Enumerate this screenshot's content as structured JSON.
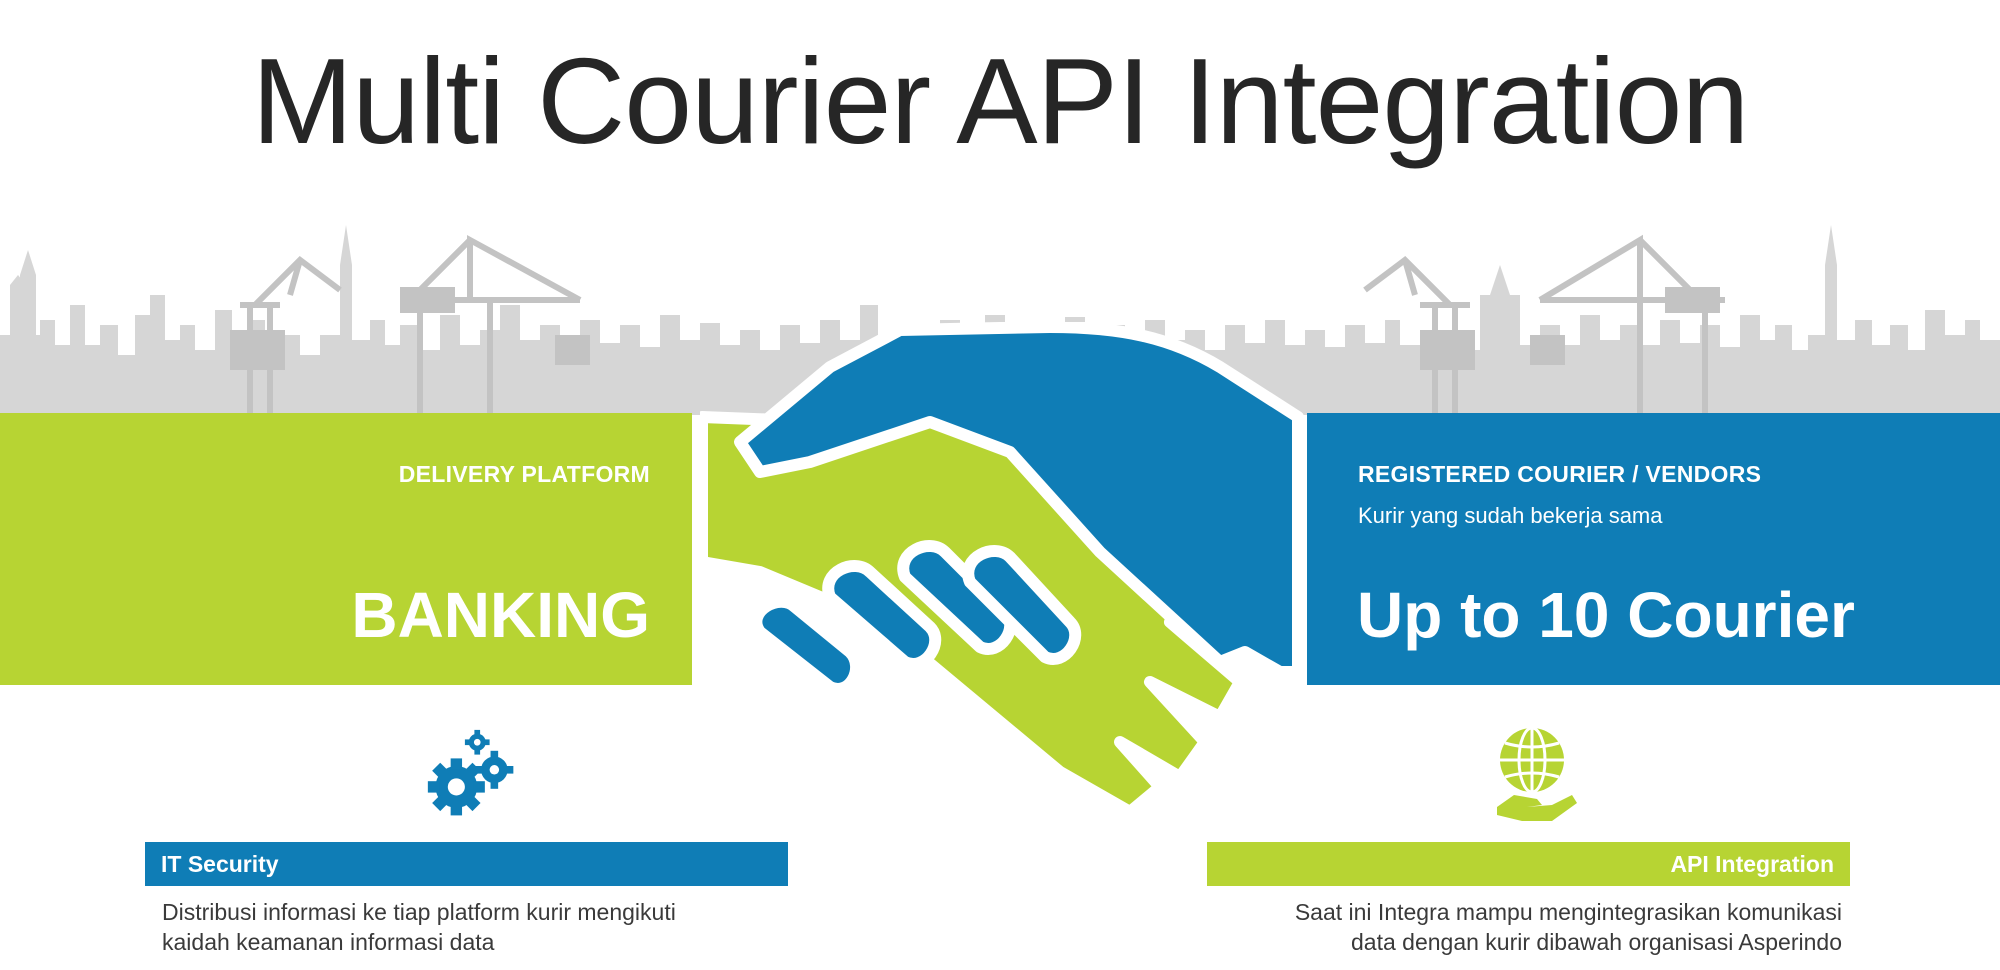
{
  "title": "Multi Courier API Integration",
  "colors": {
    "green": "#b7d433",
    "blue": "#0f7db6",
    "skyline": "#d6d6d6",
    "text": "#262626"
  },
  "left_panel": {
    "label": "DELIVERY PLATFORM",
    "value": "BANKING"
  },
  "right_panel": {
    "label": "REGISTERED COURIER / VENDORS",
    "subtitle": "Kurir yang sudah bekerja sama",
    "value": "Up to 10 Courier"
  },
  "features": [
    {
      "icon": "gears-icon",
      "title": "IT Security",
      "description": [
        "Distribusi informasi ke tiap platform kurir mengikuti",
        "kaidah keamanan informasi data"
      ]
    },
    {
      "icon": "globe-hand-icon",
      "title": "API Integration",
      "description": [
        "Saat ini Integra mampu mengintegrasikan komunikasi",
        "data dengan kurir dibawah organisasi Asperindo"
      ]
    }
  ],
  "illustrations": {
    "background": "city-skyline-with-cranes",
    "center": "handshake-icon"
  }
}
